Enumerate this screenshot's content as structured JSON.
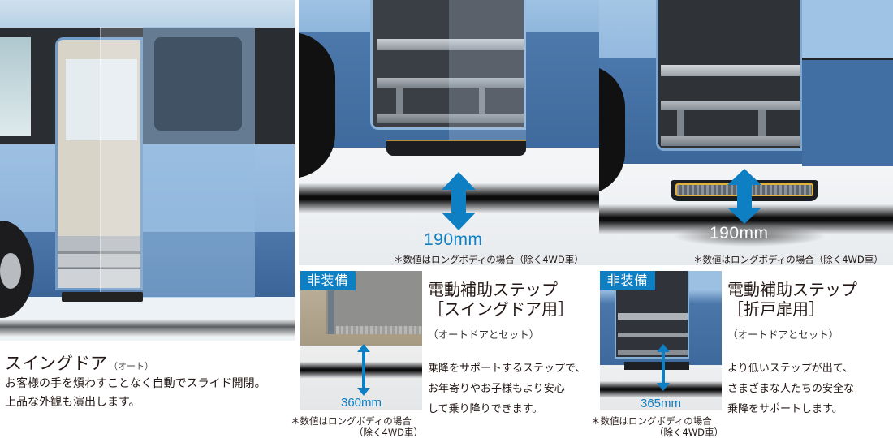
{
  "main_section": {
    "title": "スイングドア",
    "title_suffix": "（オート）",
    "description_lines": [
      "お客様の手を煩わすことなく自動でスライド開閉。",
      "上品な外観も演出します。"
    ]
  },
  "swing_step_photo": {
    "dimension": "190mm",
    "note": "＊数値はロングボディの場合（除く4WD車）"
  },
  "fold_step_photo": {
    "dimension": "190mm",
    "note": "＊数値はロングボディの場合（除く4WD車）"
  },
  "swing_door_feature": {
    "badge": "非装備",
    "thumb_dimension": "360mm",
    "thumb_note_line1": "＊数値はロングボディの場合",
    "thumb_note_line2": "（除く4WD車）",
    "title_line1": "電動補助ステップ",
    "title_line2": "［スイングドア用］",
    "subtitle": "（オートドアとセット）",
    "description_lines": [
      "乗降をサポートするステップで、",
      "お年寄りやお子様もより安心",
      "して乗り降りできます。"
    ]
  },
  "fold_door_feature": {
    "badge": "非装備",
    "thumb_dimension": "365mm",
    "thumb_note_line1": "＊数値はロングボディの場合",
    "thumb_note_line2": "（除く4WD車）",
    "title_line1": "電動補助ステップ",
    "title_line2": "［折戸扉用］",
    "subtitle": "（オートドアとセット）",
    "description_lines": [
      "より低いステップが出て、",
      "さまざまな人たちの安全な",
      "乗降をサポートします。"
    ]
  },
  "colors": {
    "accent_blue": "#0f7fc4",
    "text": "#231815",
    "bus_light_blue": "#9dc0e2",
    "bus_dark_blue": "#3e6a9d"
  }
}
